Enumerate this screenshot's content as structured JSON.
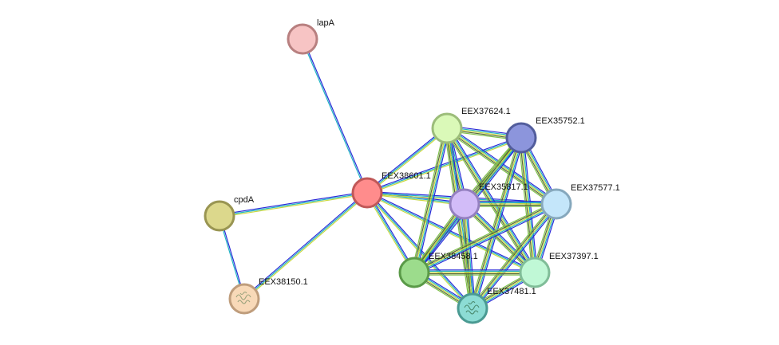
{
  "network": {
    "nodes": [
      {
        "id": "lapA",
        "label": "lapA",
        "fill": "#f7c4c4",
        "stroke": "#b88080"
      },
      {
        "id": "EEX38601.1",
        "label": "EEX38601.1",
        "fill": "#ff8c8c",
        "stroke": "#c05858"
      },
      {
        "id": "cpdA",
        "label": "cpdA",
        "fill": "#dcd88c",
        "stroke": "#999552"
      },
      {
        "id": "EEX38150.1",
        "label": "EEX38150.1",
        "fill": "#f8d9b8",
        "stroke": "#bf9d7c"
      },
      {
        "id": "EEX37624.1",
        "label": "EEX37624.1",
        "fill": "#daf9b8",
        "stroke": "#9cbd7a"
      },
      {
        "id": "EEX35752.1",
        "label": "EEX35752.1",
        "fill": "#8c95dc",
        "stroke": "#525d9c"
      },
      {
        "id": "EEX35817.1",
        "label": "EEX35817.1",
        "fill": "#d2bcf8",
        "stroke": "#9480c0"
      },
      {
        "id": "EEX37577.1",
        "label": "EEX37577.1",
        "fill": "#c4e6fa",
        "stroke": "#86a8bd"
      },
      {
        "id": "EEX38458.1",
        "label": "EEX38458.1",
        "fill": "#9cdc8c",
        "stroke": "#5a9a48"
      },
      {
        "id": "EEX37397.1",
        "label": "EEX37397.1",
        "fill": "#c0f8d6",
        "stroke": "#80bd98"
      },
      {
        "id": "EEX37481.1",
        "label": "EEX37481.1",
        "fill": "#8cdcd4",
        "stroke": "#4a9a92"
      }
    ],
    "edge_colors": [
      "#2a2ad8",
      "#1fb3c4",
      "#c8d840",
      "#5a6a3a",
      "#7fc04a"
    ]
  }
}
